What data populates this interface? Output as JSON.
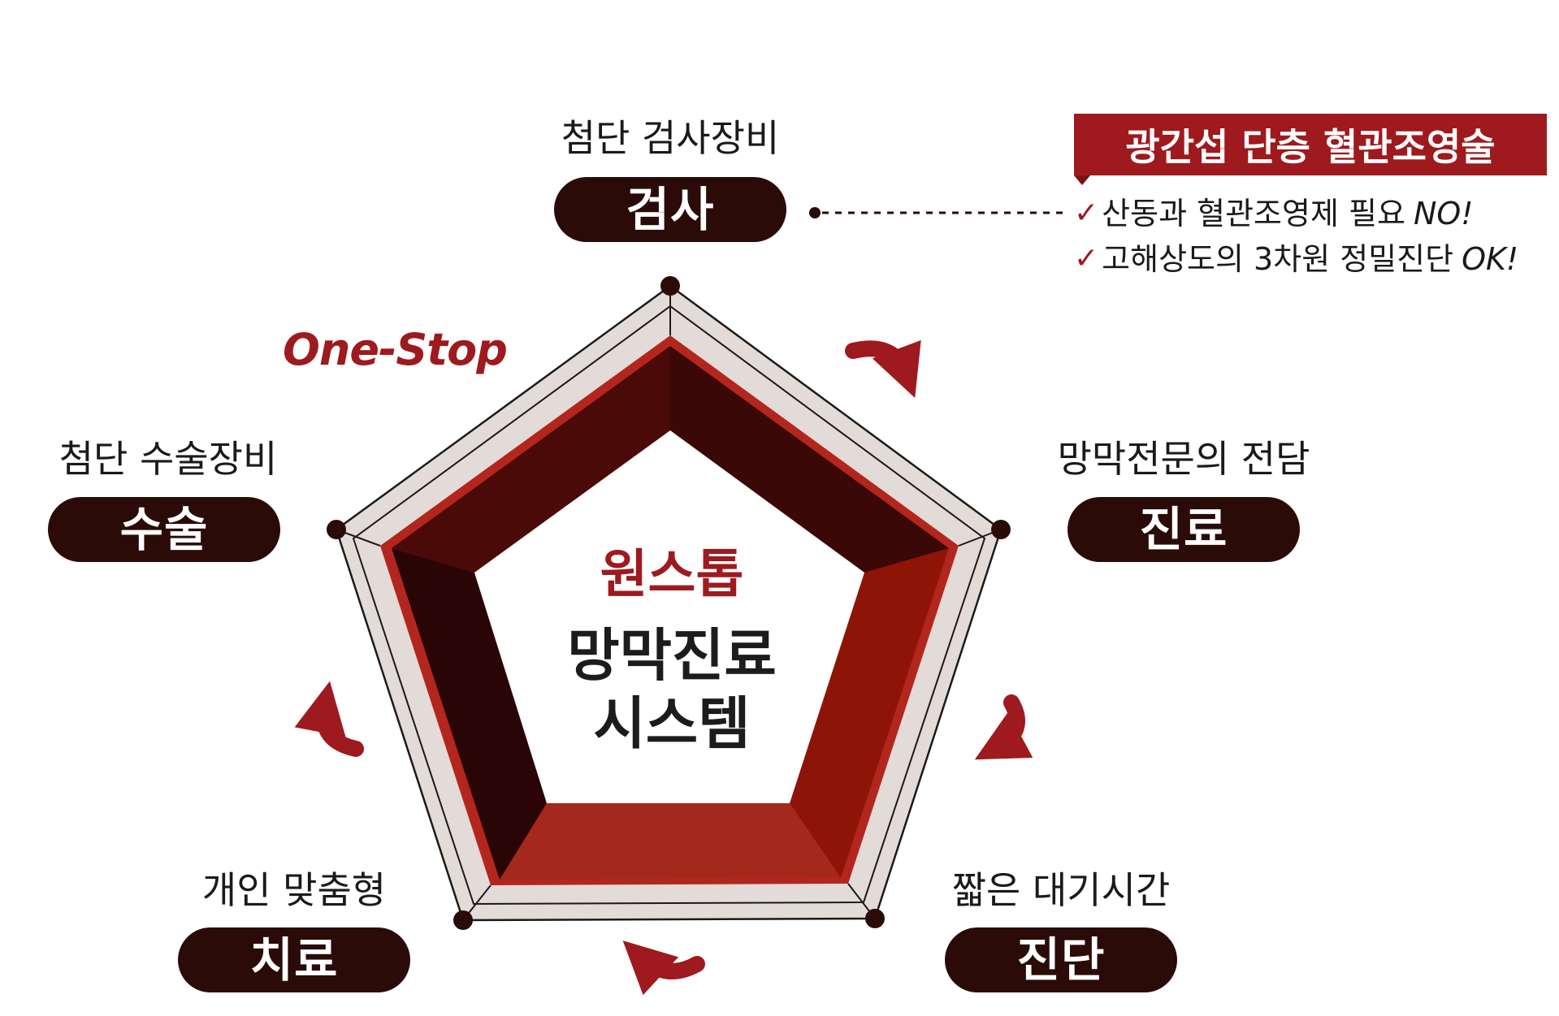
{
  "center": {
    "highlight": "원스톱",
    "line2": "망막진료",
    "line3": "시스템"
  },
  "tagline": "One-Stop",
  "nodes": [
    {
      "caption": "첨단 검사장비",
      "label": "검사"
    },
    {
      "caption": "망막전문의 전담",
      "label": "진료"
    },
    {
      "caption": "짧은 대기시간",
      "label": "진단"
    },
    {
      "caption": "개인 맞춤형",
      "label": "치료"
    },
    {
      "caption": "첨단 수술장비",
      "label": "수술"
    }
  ],
  "callout": {
    "title": "광간섭 단층 혈관조영술",
    "items": [
      {
        "text": "산동과 혈관조영제 필요",
        "emphasis": "NO!"
      },
      {
        "text": "고해상도의 3차원 정밀진단",
        "emphasis": "OK!"
      }
    ]
  },
  "colors": {
    "accent": "#9e1a1e",
    "pill": "#2a0b08",
    "band_dark": "#2a0505",
    "band_red": "#8f1408",
    "frame": "#e3dbd7"
  }
}
